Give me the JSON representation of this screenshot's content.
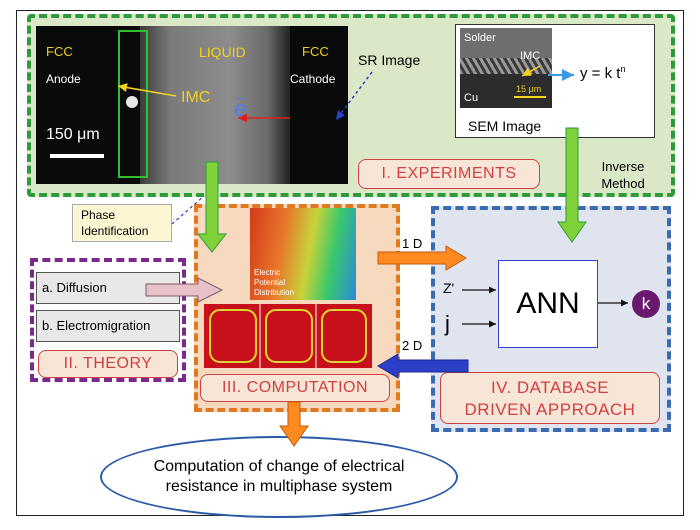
{
  "experiments": {
    "sr_image": {
      "label": "SR Image",
      "fcc_left": "FCC",
      "anode": "Anode",
      "liquid": "LIQUID",
      "fcc_right": "FCC",
      "cathode": "Cathode",
      "imc": "IMC",
      "electron": "e",
      "scale_bar": "150 μm"
    },
    "sem_image": {
      "label": "SEM Image",
      "solder": "Solder",
      "imc": "IMC",
      "cu": "Cu",
      "scale": "15 μm",
      "equation": "y = k t",
      "equation_exp": "n"
    },
    "title": "I. EXPERIMENTS",
    "inverse_method": [
      "Inverse",
      "Method"
    ]
  },
  "phase_identification": [
    "Phase",
    "Identification"
  ],
  "theory": {
    "items": [
      "a. Diffusion",
      "b. Electromigration"
    ],
    "title": "II. THEORY"
  },
  "computation": {
    "map_label": [
      "Electric",
      "Potential",
      "Distribution"
    ],
    "title": "III. COMPUTATION"
  },
  "arrows": {
    "one_d": "1 D",
    "two_d": "2 D"
  },
  "database": {
    "inputs": [
      "Z'",
      "j"
    ],
    "ann": "ANN",
    "output": "k",
    "title": [
      "IV. DATABASE",
      "DRIVEN APPROACH"
    ]
  },
  "result": "Computation of change of electrical resistance in multiphase system",
  "colors": {
    "green": "#2e9b3a",
    "orange": "#e07a20",
    "purple": "#7a2a8a",
    "blue": "#3a6ab0",
    "red": "#d04040"
  }
}
